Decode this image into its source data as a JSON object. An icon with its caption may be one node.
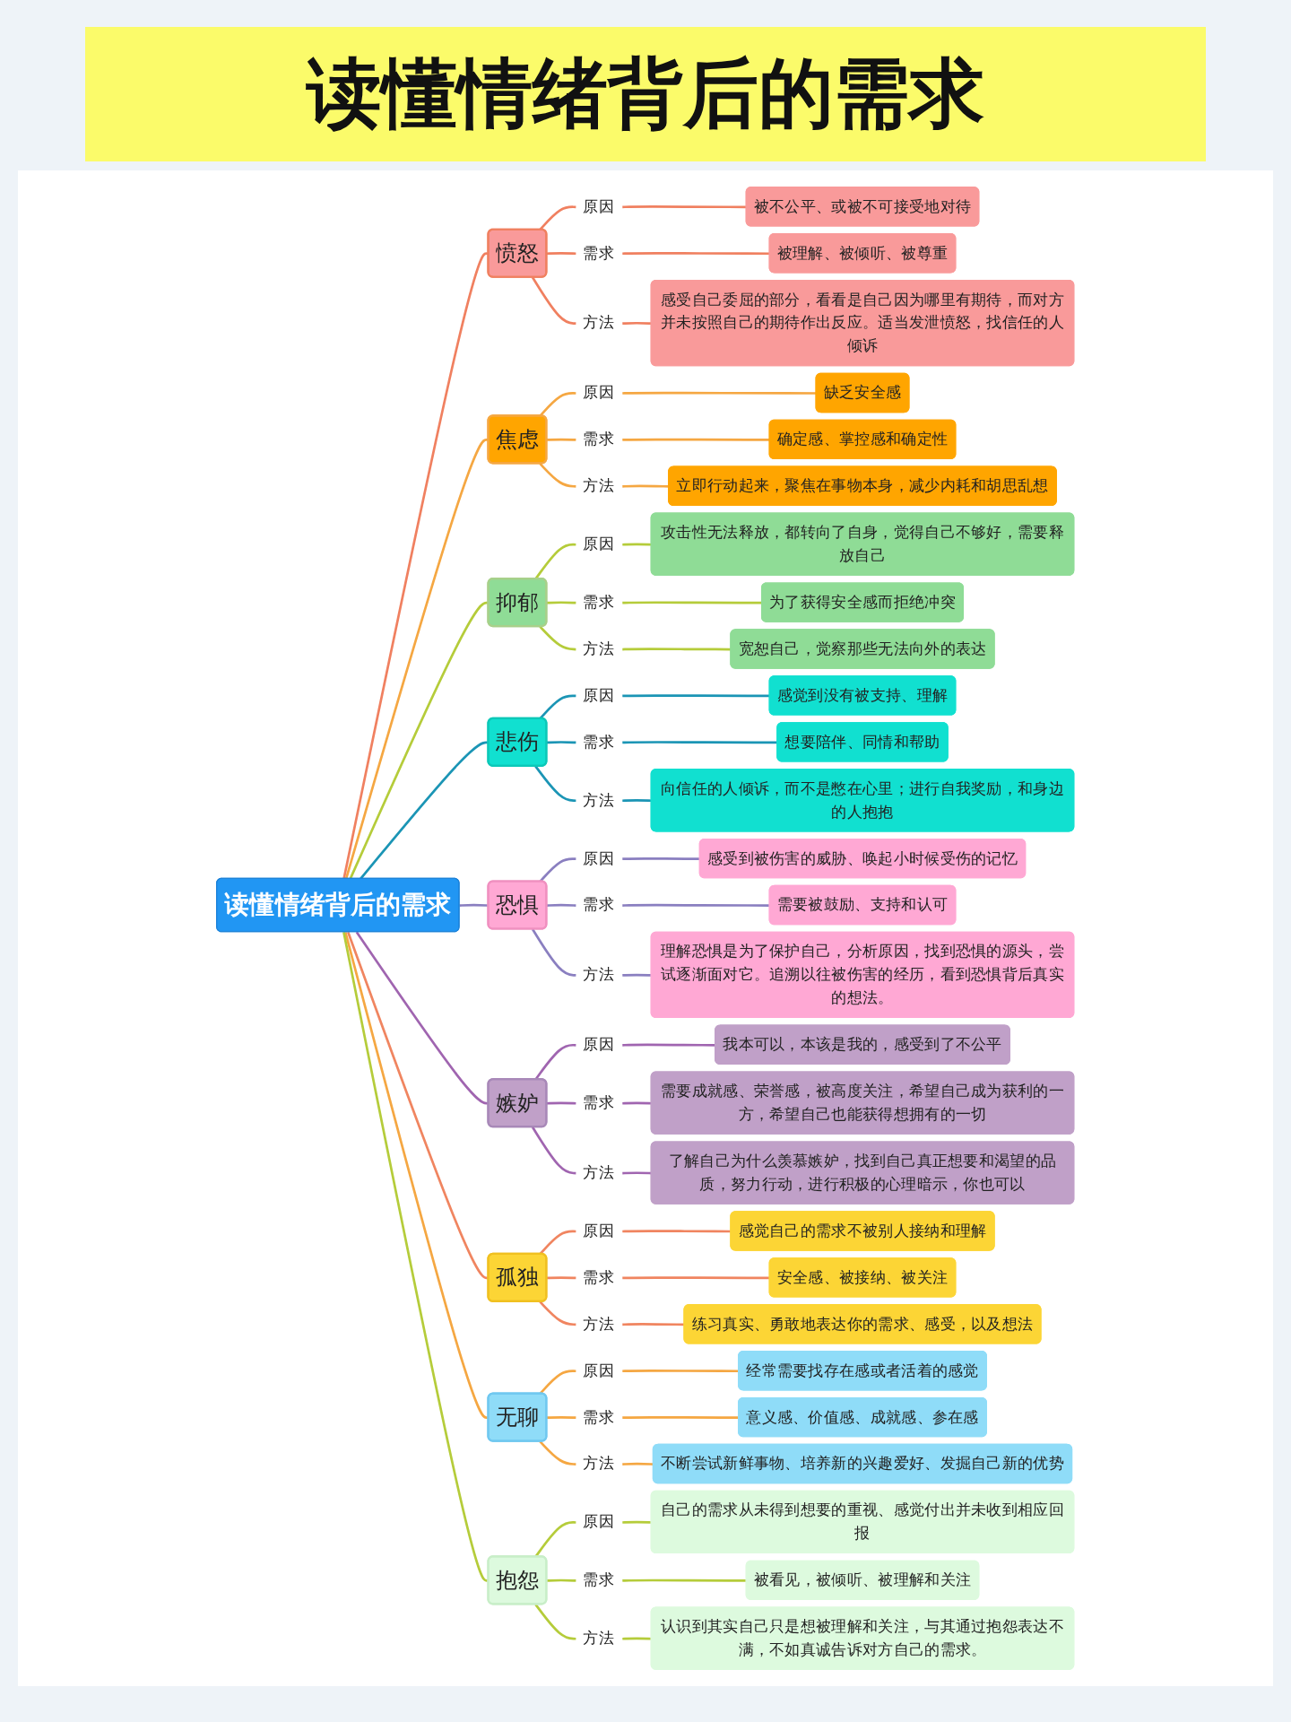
{
  "diagram": {
    "title": "读懂情绪背后的需求",
    "nodes": [
      {
        "text": [
          "读懂情绪背后的需求"
        ]
      },
      {
        "text": [
          "愤怒"
        ]
      },
      {
        "text": [
          "原因"
        ]
      },
      {
        "text": [
          "被不公平、或被不可接受地对待"
        ]
      },
      {
        "text": [
          "需求"
        ]
      },
      {
        "text": [
          "被理解、被倾听、被尊重"
        ]
      },
      {
        "text": [
          "方法"
        ]
      },
      {
        "text": [
          "感受自己委屈的部分，看看是自己因为哪里有期待，而对方并未按照自己的期待作出反应。适当发泄愤怒，找信任的人倾诉"
        ]
      },
      {
        "text": [
          "焦虑"
        ]
      },
      {
        "text": [
          "原因"
        ]
      },
      {
        "text": [
          "缺乏安全感"
        ]
      },
      {
        "text": [
          "需求"
        ]
      },
      {
        "text": [
          "确定感、掌控感和确定性"
        ]
      },
      {
        "text": [
          "方法"
        ]
      },
      {
        "text": [
          "立即行动起来，聚焦在事物本身，减少内耗和胡思乱想"
        ]
      },
      {
        "text": [
          "抑郁"
        ]
      },
      {
        "text": [
          "原因"
        ]
      },
      {
        "text": [
          "攻击性无法释放，都转向了自身，觉得自己不够好，需要释放自己"
        ]
      },
      {
        "text": [
          "需求"
        ]
      },
      {
        "text": [
          "为了获得安全感而拒绝冲突"
        ]
      },
      {
        "text": [
          "方法"
        ]
      },
      {
        "text": [
          "宽恕自己，觉察那些无法向外的表达"
        ]
      },
      {
        "text": [
          "悲伤"
        ]
      },
      {
        "text": [
          "原因"
        ]
      },
      {
        "text": [
          "感觉到没有被支持、理解"
        ]
      },
      {
        "text": [
          "需求"
        ]
      },
      {
        "text": [
          "想要陪伴、同情和帮助"
        ]
      },
      {
        "text": [
          "方法"
        ]
      },
      {
        "text": [
          "向信任的人倾诉，而不是憋在心里；进行自我奖励，和身边的人抱抱"
        ]
      },
      {
        "text": [
          "恐惧"
        ]
      },
      {
        "text": [
          "原因"
        ]
      },
      {
        "text": [
          "感受到被伤害的威胁、唤起小时候受伤的记忆"
        ]
      },
      {
        "text": [
          "需求"
        ]
      },
      {
        "text": [
          "需要被鼓励、支持和认可"
        ]
      },
      {
        "text": [
          "方法"
        ]
      },
      {
        "text": [
          "理解恐惧是为了保护自己，分析原因，找到恐惧的源头，尝试逐渐面对它。追溯以往被伤害的经历，看到恐惧背后真实的想法。"
        ]
      },
      {
        "text": [
          "嫉妒"
        ]
      },
      {
        "text": [
          "原因"
        ]
      },
      {
        "text": [
          "我本可以，本该是我的，感受到了不公平"
        ]
      },
      {
        "text": [
          "需求"
        ]
      },
      {
        "text": [
          "需要成就感、荣誉感，被高度关注，希望自己成为获利的一方，希望自己也能获得想拥有的一切"
        ]
      },
      {
        "text": [
          "方法"
        ]
      },
      {
        "text": [
          "了解自己为什么羡慕嫉妒，找到自己真正想要和渴望的品质，努力行动，进行积极的心理暗示，你也可以"
        ]
      },
      {
        "text": [
          "孤独"
        ]
      },
      {
        "text": [
          "原因"
        ]
      },
      {
        "text": [
          "感觉自己的需求不被别人接纳和理解"
        ]
      },
      {
        "text": [
          "需求"
        ]
      },
      {
        "text": [
          "安全感、被接纳、被关注"
        ]
      },
      {
        "text": [
          "方法"
        ]
      },
      {
        "text": [
          "练习真实、勇敢地表达你的需求、感受，以及想法"
        ]
      },
      {
        "text": [
          "无聊"
        ]
      },
      {
        "text": [
          "原因"
        ]
      },
      {
        "text": [
          "经常需要找存在感或者活着的感觉"
        ]
      },
      {
        "text": [
          "需求"
        ]
      },
      {
        "text": [
          "意义感、价值感、成就感、参在感"
        ]
      },
      {
        "text": [
          "方法"
        ]
      },
      {
        "text": [
          "不断尝试新鲜事物、培养新的兴趣爱好、发掘自己新的优势"
        ]
      },
      {
        "text": [
          "抱怨"
        ]
      },
      {
        "text": [
          "原因"
        ]
      },
      {
        "text": [
          "自己的需求从未得到想要的重视、感觉付出并未收到相应回报"
        ]
      },
      {
        "text": [
          "需求"
        ]
      },
      {
        "text": [
          "被看见，被倾听、被理解和关注"
        ]
      },
      {
        "text": [
          "方法"
        ]
      },
      {
        "text": [
          "认识到其实自己只是想被理解和关注，与其通过抱怨表达不满，不如真诚告诉对方自己的需求。"
        ]
      }
    ],
    "edges": [
      {
        "from": 0,
        "to": 1,
        "arrow": "none",
        "color": "#f08060"
      },
      {
        "from": 1,
        "to": 2,
        "arrow": "none",
        "color": "#f08060"
      },
      {
        "from": 2,
        "to": 3,
        "arrow": "none",
        "color": "#f08060"
      },
      {
        "from": 1,
        "to": 4,
        "arrow": "none",
        "color": "#f08060"
      },
      {
        "from": 4,
        "to": 5,
        "arrow": "none",
        "color": "#f08060"
      },
      {
        "from": 1,
        "to": 6,
        "arrow": "none",
        "color": "#f08060"
      },
      {
        "from": 6,
        "to": 7,
        "arrow": "none",
        "color": "#f08060"
      },
      {
        "from": 0,
        "to": 8,
        "arrow": "none",
        "color": "#f5a742"
      },
      {
        "from": 8,
        "to": 9,
        "arrow": "none",
        "color": "#f5a742"
      },
      {
        "from": 9,
        "to": 10,
        "arrow": "none",
        "color": "#f5a742"
      },
      {
        "from": 8,
        "to": 11,
        "arrow": "none",
        "color": "#f5a742"
      },
      {
        "from": 11,
        "to": 12,
        "arrow": "none",
        "color": "#f5a742"
      },
      {
        "from": 8,
        "to": 13,
        "arrow": "none",
        "color": "#f5a742"
      },
      {
        "from": 13,
        "to": 14,
        "arrow": "none",
        "color": "#f5a742"
      },
      {
        "from": 0,
        "to": 15,
        "arrow": "none",
        "color": "#b5cc3a"
      },
      {
        "from": 15,
        "to": 16,
        "arrow": "none",
        "color": "#b5cc3a"
      },
      {
        "from": 16,
        "to": 17,
        "arrow": "none",
        "color": "#b5cc3a"
      },
      {
        "from": 15,
        "to": 18,
        "arrow": "none",
        "color": "#b5cc3a"
      },
      {
        "from": 18,
        "to": 19,
        "arrow": "none",
        "color": "#b5cc3a"
      },
      {
        "from": 15,
        "to": 20,
        "arrow": "none",
        "color": "#b5cc3a"
      },
      {
        "from": 20,
        "to": 21,
        "arrow": "none",
        "color": "#b5cc3a"
      },
      {
        "from": 0,
        "to": 22,
        "arrow": "none",
        "color": "#1b95b5"
      },
      {
        "from": 22,
        "to": 23,
        "arrow": "none",
        "color": "#1b95b5"
      },
      {
        "from": 23,
        "to": 24,
        "arrow": "none",
        "color": "#1b95b5"
      },
      {
        "from": 22,
        "to": 25,
        "arrow": "none",
        "color": "#1b95b5"
      },
      {
        "from": 25,
        "to": 26,
        "arrow": "none",
        "color": "#1b95b5"
      },
      {
        "from": 22,
        "to": 27,
        "arrow": "none",
        "color": "#1b95b5"
      },
      {
        "from": 27,
        "to": 28,
        "arrow": "none",
        "color": "#1b95b5"
      },
      {
        "from": 0,
        "to": 29,
        "arrow": "none",
        "color": "#8a7fc0"
      },
      {
        "from": 29,
        "to": 30,
        "arrow": "none",
        "color": "#8a7fc0"
      },
      {
        "from": 30,
        "to": 31,
        "arrow": "none",
        "color": "#8a7fc0"
      },
      {
        "from": 29,
        "to": 32,
        "arrow": "none",
        "color": "#8a7fc0"
      },
      {
        "from": 32,
        "to": 33,
        "arrow": "none",
        "color": "#8a7fc0"
      },
      {
        "from": 29,
        "to": 34,
        "arrow": "none",
        "color": "#8a7fc0"
      },
      {
        "from": 34,
        "to": 35,
        "arrow": "none",
        "color": "#8a7fc0"
      },
      {
        "from": 0,
        "to": 36,
        "arrow": "none",
        "color": "#a065b0"
      },
      {
        "from": 36,
        "to": 37,
        "arrow": "none",
        "color": "#a065b0"
      },
      {
        "from": 37,
        "to": 38,
        "arrow": "none",
        "color": "#a065b0"
      },
      {
        "from": 36,
        "to": 39,
        "arrow": "none",
        "color": "#a065b0"
      },
      {
        "from": 39,
        "to": 40,
        "arrow": "none",
        "color": "#a065b0"
      },
      {
        "from": 36,
        "to": 41,
        "arrow": "none",
        "color": "#a065b0"
      },
      {
        "from": 41,
        "to": 42,
        "arrow": "none",
        "color": "#a065b0"
      },
      {
        "from": 0,
        "to": 43,
        "arrow": "none",
        "color": "#f08560"
      },
      {
        "from": 43,
        "to": 44,
        "arrow": "none",
        "color": "#f08560"
      },
      {
        "from": 44,
        "to": 45,
        "arrow": "none",
        "color": "#f08560"
      },
      {
        "from": 43,
        "to": 46,
        "arrow": "none",
        "color": "#f08560"
      },
      {
        "from": 46,
        "to": 47,
        "arrow": "none",
        "color": "#f08560"
      },
      {
        "from": 43,
        "to": 48,
        "arrow": "none",
        "color": "#f08560"
      },
      {
        "from": 48,
        "to": 49,
        "arrow": "none",
        "color": "#f08560"
      },
      {
        "from": 0,
        "to": 50,
        "arrow": "none",
        "color": "#f5a742"
      },
      {
        "from": 50,
        "to": 51,
        "arrow": "none",
        "color": "#f5a742"
      },
      {
        "from": 51,
        "to": 52,
        "arrow": "none",
        "color": "#f5a742"
      },
      {
        "from": 50,
        "to": 53,
        "arrow": "none",
        "color": "#f5a742"
      },
      {
        "from": 53,
        "to": 54,
        "arrow": "none",
        "color": "#f5a742"
      },
      {
        "from": 50,
        "to": 55,
        "arrow": "none",
        "color": "#f5a742"
      },
      {
        "from": 55,
        "to": 56,
        "arrow": "none",
        "color": "#f5a742"
      },
      {
        "from": 0,
        "to": 57,
        "arrow": "none",
        "color": "#b5cc3a"
      },
      {
        "from": 57,
        "to": 58,
        "arrow": "none",
        "color": "#b5cc3a"
      },
      {
        "from": 58,
        "to": 59,
        "arrow": "none",
        "color": "#b5cc3a"
      },
      {
        "from": 57,
        "to": 60,
        "arrow": "none",
        "color": "#b5cc3a"
      },
      {
        "from": 60,
        "to": 61,
        "arrow": "none",
        "color": "#b5cc3a"
      },
      {
        "from": 57,
        "to": 62,
        "arrow": "none",
        "color": "#b5cc3a"
      },
      {
        "from": 62,
        "to": 63,
        "arrow": "none",
        "color": "#b5cc3a"
      }
    ]
  }
}
